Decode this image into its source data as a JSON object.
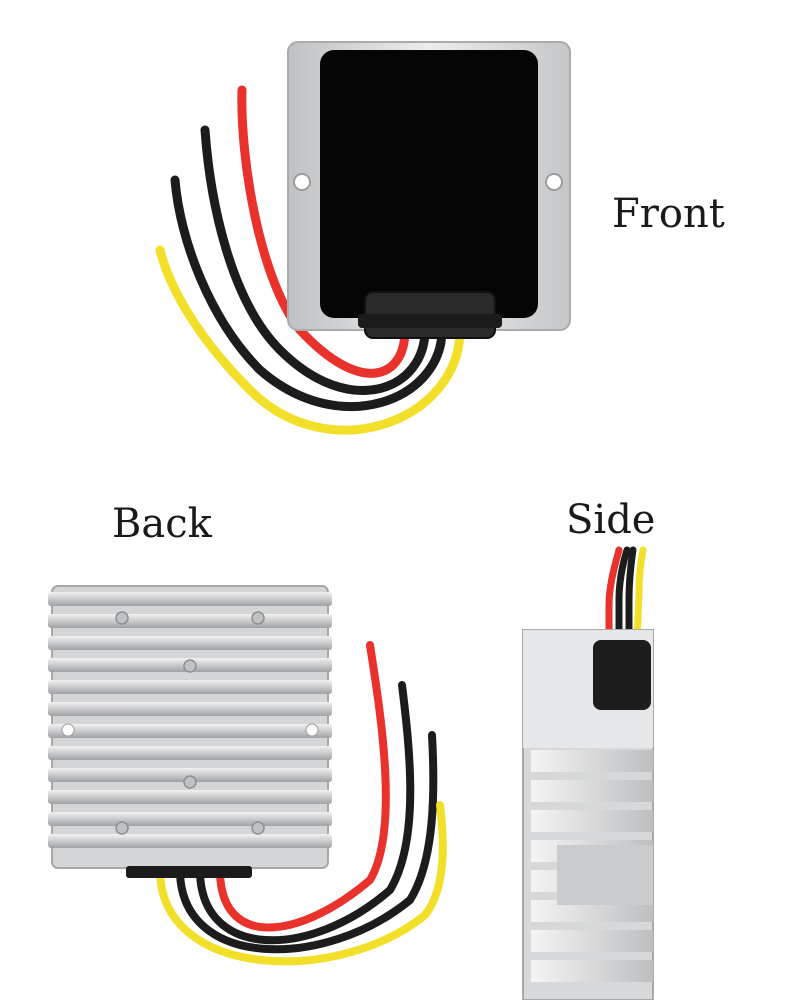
{
  "labels": {
    "front": "Front",
    "back": "Back",
    "side": "Side"
  },
  "colors": {
    "wire_red": "#e8322b",
    "wire_black": "#1c1c1c",
    "wire_yellow": "#f2df2a",
    "housing_aluminum": "#d8d8d8",
    "front_panel": "#050505"
  },
  "views": [
    "front",
    "back",
    "side"
  ]
}
